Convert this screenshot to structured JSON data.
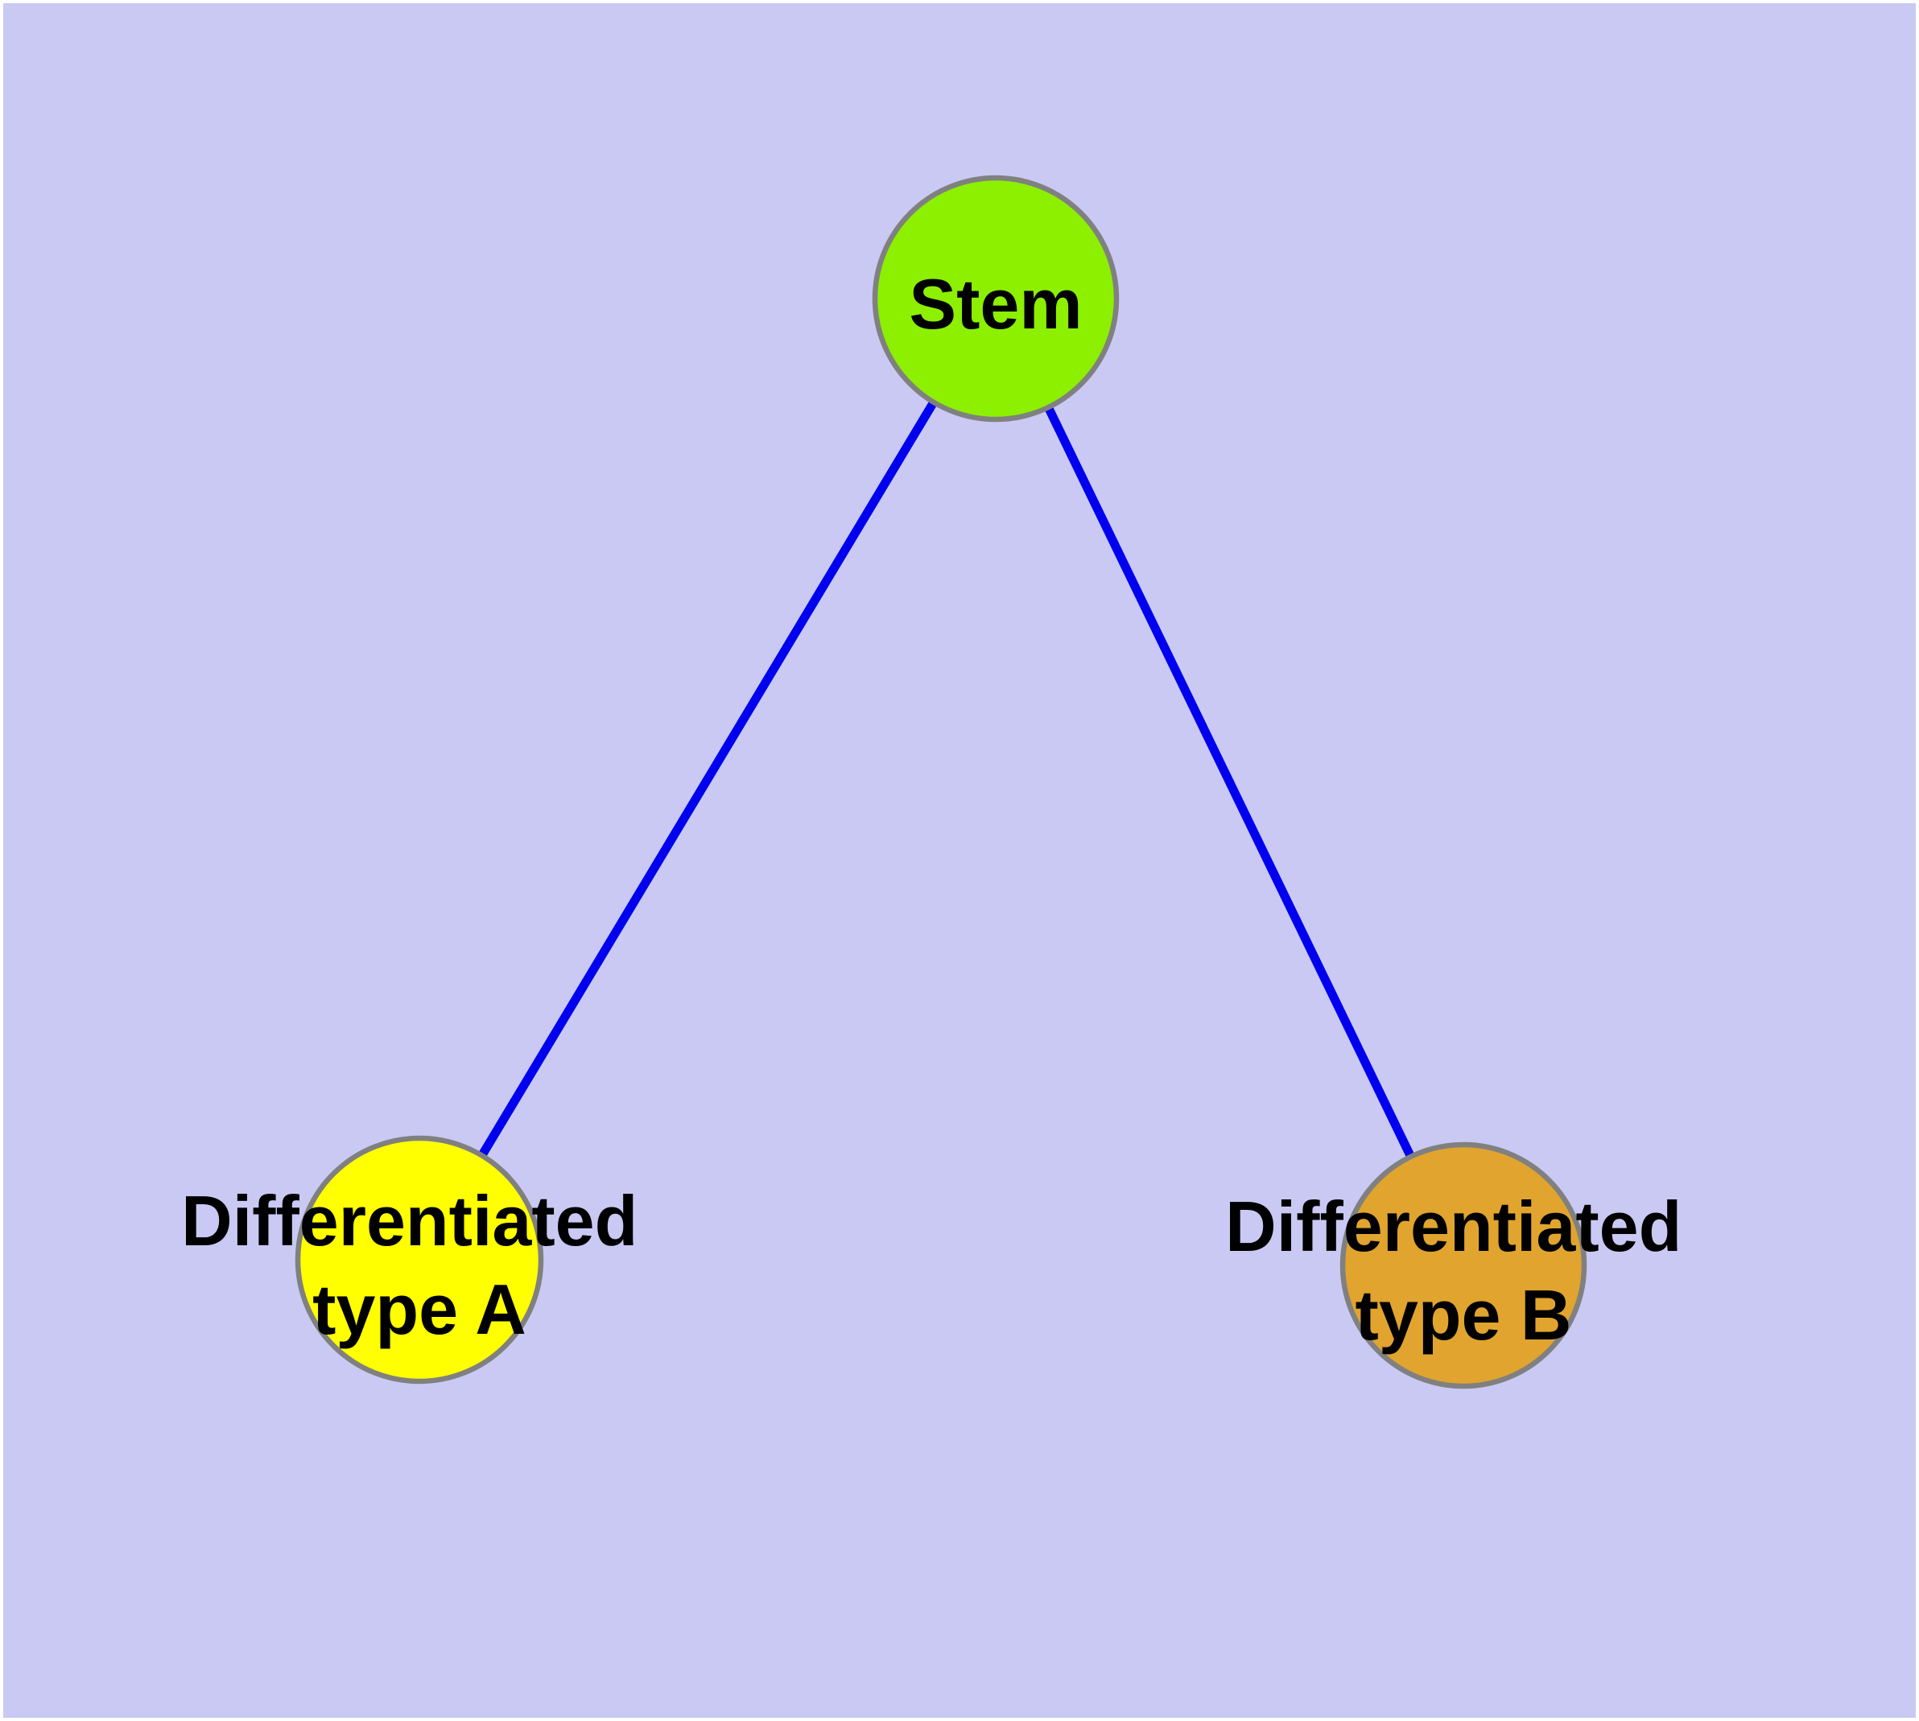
{
  "canvas": {
    "frame_color": "#ffffff",
    "background_color": "#c9c9f4"
  },
  "styles": {
    "edge_color": "#0000ee",
    "node_border_color": "#808080",
    "label_color": "#000000"
  },
  "nodes": [
    {
      "id": "stem",
      "label": "Stem",
      "color": "#8cf000"
    },
    {
      "id": "differentiated-type-a",
      "label": "Differentiated type A",
      "label_line1": "Differentiated",
      "label_line2": "type A",
      "color": "#ffff00"
    },
    {
      "id": "differentiated-type-b",
      "label": "Differentiated type B",
      "label_line1": "Differentiated",
      "label_line2": "type B",
      "color": "#e1a42e"
    }
  ],
  "edges": [
    {
      "from": "Stem",
      "to": "Differentiated type A"
    },
    {
      "from": "Stem",
      "to": "Differentiated type B"
    }
  ]
}
